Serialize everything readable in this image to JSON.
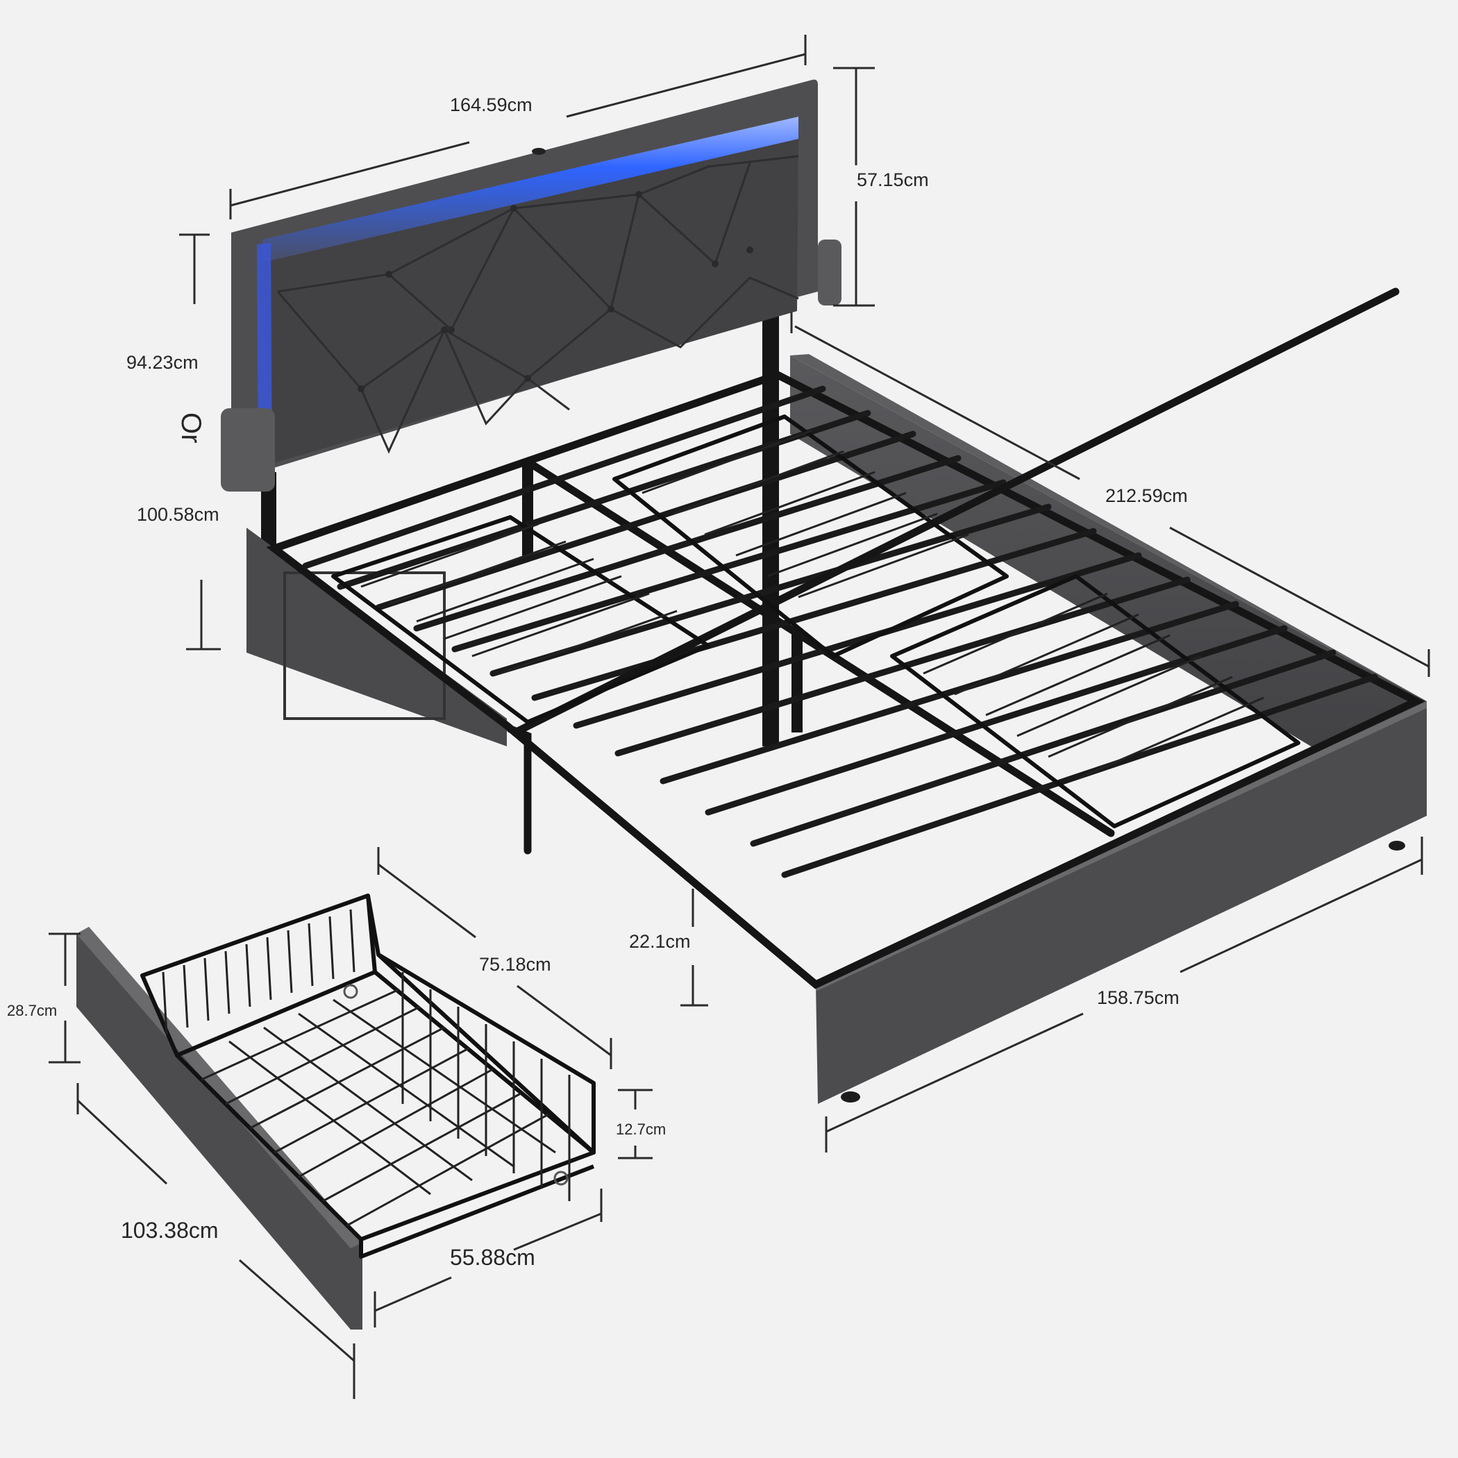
{
  "dimensions": {
    "headboard_width": "164.59cm",
    "headboard_panel_height": "57.15cm",
    "total_height_low": "94.23cm",
    "height_separator": "Or",
    "total_height_high": "100.58cm",
    "frame_length": "212.59cm",
    "frame_width": "158.75cm",
    "under_bed_clearance": "22.1cm",
    "drawer_depth": "75.18cm",
    "drawer_front_height": "28.7cm",
    "drawer_basket_height": "12.7cm",
    "drawer_front_width": "103.38cm",
    "drawer_basket_width": "55.88cm"
  },
  "colors": {
    "background": "#f2f2f2",
    "fabric": "#4f4f52",
    "fabric_dark": "#3b3b3e",
    "metal": "#151515",
    "led": "#2f64ff"
  }
}
